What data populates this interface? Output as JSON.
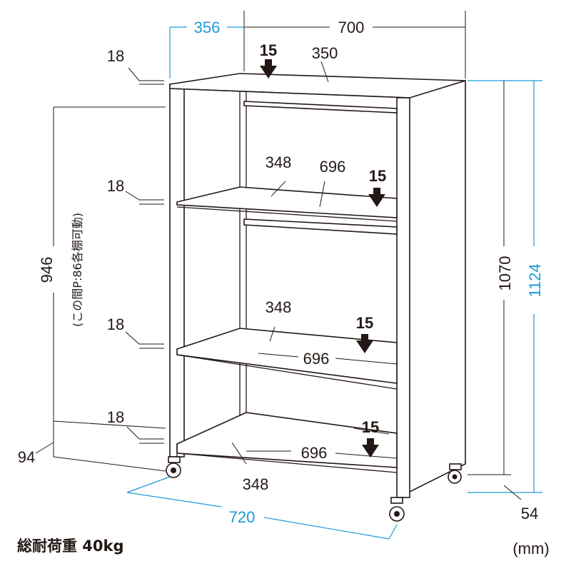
{
  "dimensions": {
    "depth": "356",
    "width": "700",
    "top_inner_depth": "350",
    "height": "1070",
    "total_height": "1124",
    "shelf_pitch": "946",
    "shelf_pitch_note": "(この間P:86各棚可動)",
    "bottom_gap": "94",
    "caster_height": "54",
    "total_width": "720",
    "shelf_thickness": [
      "18",
      "18",
      "18",
      "18"
    ],
    "shelf1_depth": "348",
    "shelf1_width": "696",
    "shelf2_depth": "348",
    "shelf2_width": "696",
    "shelf3_depth": "348",
    "shelf3_width": "696"
  },
  "loads": {
    "top": "15",
    "shelf1": "15",
    "shelf2": "15",
    "shelf3": "15"
  },
  "footer": {
    "total_load": "総耐荷重 40kg",
    "unit": "(mm)"
  },
  "colors": {
    "line": "#231815",
    "accent_blue": "#1a9ad6"
  }
}
